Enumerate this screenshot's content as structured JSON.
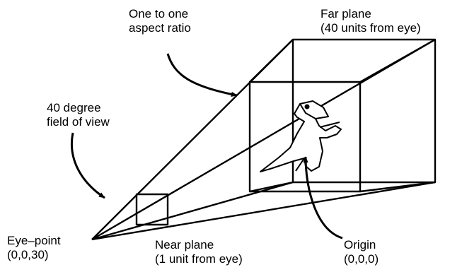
{
  "labels": {
    "aspect_line1": "One to one",
    "aspect_line2": "aspect ratio",
    "far_line1": "Far plane",
    "far_line2": "(40 units from eye)",
    "fov_line1": "40 degree",
    "fov_line2": "field of view",
    "eye_line1": "Eye–point",
    "eye_line2": "(0,0,30)",
    "near_line1": "Near plane",
    "near_line2": "(1 unit from eye)",
    "origin_line1": "Origin",
    "origin_line2": "(0,0,0)"
  },
  "colors": {
    "stroke": "#000000",
    "background": "#ffffff"
  }
}
